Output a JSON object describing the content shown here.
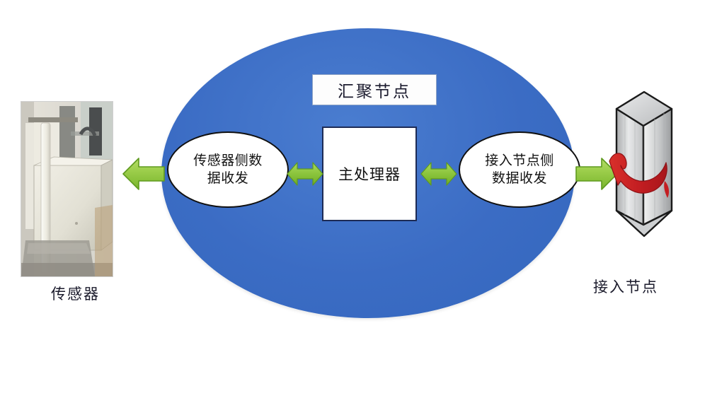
{
  "diagram": {
    "title_box": {
      "label": "汇聚节点"
    },
    "center_box": {
      "label": "主处理器"
    },
    "nodes": [
      {
        "id": "sensor-side-transceiver",
        "label": "传感器侧数\n据收发",
        "line1": "传感器侧数",
        "line2": "据收发"
      },
      {
        "id": "access-side-transceiver",
        "label": "接入节点侧\n数据收发",
        "line1": "接入节点侧",
        "line2": "数据收发"
      }
    ],
    "captions": {
      "left": "传感器",
      "right": "接入节点"
    },
    "arrows": [
      {
        "id": "sensor-link",
        "direction": "left",
        "style": "single-head"
      },
      {
        "id": "sensor-to-processor",
        "direction": "both",
        "style": "double-head"
      },
      {
        "id": "processor-to-access",
        "direction": "both",
        "style": "double-head"
      },
      {
        "id": "access-link",
        "direction": "right",
        "style": "single-head"
      }
    ],
    "images": {
      "left_photo": "sensor-enclosure-photo",
      "right_icon": "access-node-tower-icon"
    },
    "colors": {
      "sink_blue": "#3b6cc4",
      "arrow_green": "#8cc63f",
      "arrow_green_dark": "#5f9a1e",
      "box_border_navy": "#1d2b55",
      "text_dark": "#121212",
      "tower_silver": "#d9dadb",
      "tower_red": "#cc2026"
    }
  }
}
